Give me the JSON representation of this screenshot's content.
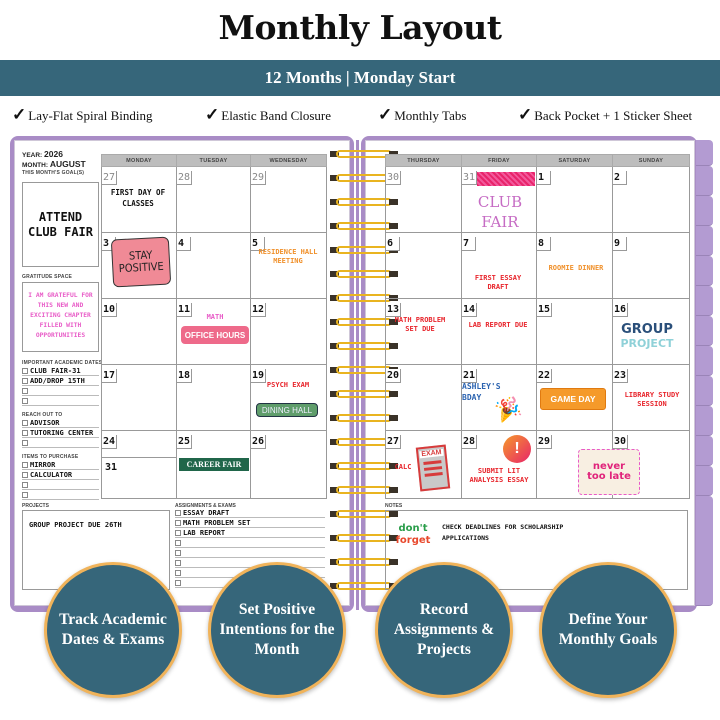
{
  "header": {
    "title": "Monthly Layout",
    "banner": "12 Months | Monday Start",
    "features": [
      {
        "icon": "checkmark-icon",
        "label": "Lay-Flat Spiral Binding"
      },
      {
        "icon": "checkmark-icon",
        "label": "Elastic Band Closure"
      },
      {
        "icon": "checkmark-icon",
        "label": "Monthly Tabs"
      },
      {
        "icon": "checkmark-icon",
        "label": "Back Pocket + 1 Sticker Sheet"
      }
    ],
    "check_glyph": "✓"
  },
  "colors": {
    "banner": "#36667a",
    "cover": "#a98cc6",
    "circle": "#36667a",
    "circle_border": "#f0b35a",
    "spiral": "#e9b420"
  },
  "sidebar": {
    "year_label": "YEAR:",
    "year": "2026",
    "month_label": "MONTH:",
    "month": "AUGUST",
    "goals_label": "THIS MONTH'S GOAL(S)",
    "goal": "ATTEND CLUB FAIR",
    "gratitude_label": "GRATITUDE SPACE",
    "gratitude": "I AM GRATEFUL FOR THIS NEW AND EXCITING CHAPTER FILLED WITH OPPORTUNITIES",
    "academic_label": "IMPORTANT ACADEMIC DATES",
    "academic": [
      "CLUB FAIR-31",
      "ADD/DROP 15TH",
      "",
      ""
    ],
    "reach_label": "REACH OUT TO",
    "reach": [
      "ADVISOR",
      "TUTORING CENTER",
      ""
    ],
    "purchase_label": "ITEMS TO PURCHASE",
    "purchase": [
      "MIRROR",
      "CALCULATOR",
      "",
      ""
    ]
  },
  "left_calendar": {
    "days": [
      "MONDAY",
      "TUESDAY",
      "WEDNESDAY"
    ],
    "weeks": [
      [
        "27",
        "28",
        "29"
      ],
      [
        "3",
        "4",
        "5"
      ],
      [
        "10",
        "11",
        "12"
      ],
      [
        "17",
        "18",
        "19"
      ],
      [
        "24",
        "25",
        "26"
      ]
    ],
    "extra_day": "31"
  },
  "right_calendar": {
    "days": [
      "THURSDAY",
      "FRIDAY",
      "SATURDAY",
      "SUNDAY"
    ],
    "weeks": [
      [
        "30",
        "31",
        "1",
        "2"
      ],
      [
        "6",
        "7",
        "8",
        "9"
      ],
      [
        "13",
        "14",
        "15",
        "16"
      ],
      [
        "20",
        "21",
        "22",
        "23"
      ],
      [
        "27",
        "28",
        "29",
        "30"
      ]
    ]
  },
  "events": {
    "first_day": "FIRST DAY OF CLASSES",
    "stay_positive_1": "STAY",
    "stay_positive_2": "POSITIVE",
    "residence_hall": "RESIDENCE HALL MEETING",
    "math": "MATH",
    "office_hours": "OFFICE HOURS",
    "psych_exam": "PSYCH EXAM",
    "dining_hall": "DINING HALL",
    "career_fair": "CAREER FAIR",
    "club_fair_1": "CLUB",
    "club_fair_2": "FAIR",
    "first_essay": "FIRST ESSAY DRAFT",
    "roomie_dinner": "ROOMIE DINNER",
    "math_problem": "MATH PROBLEM SET DUE",
    "lab_report": "LAB REPORT DUE",
    "group_1": "GROUP",
    "group_2": "PROJECT",
    "ashley": "ASHLEY'S BDAY",
    "game_day": "GAME DAY",
    "library": "LIBRARY STUDY SESSION",
    "calc": "CALC",
    "exam_sticker": "EXAM",
    "submit_lit": "SUBMIT LIT ANALYSIS ESSAY",
    "exclaim": "!",
    "never_too_late": "never too late"
  },
  "projects": {
    "label": "PROJECTS",
    "text": "GROUP PROJECT DUE 26TH"
  },
  "assignments": {
    "label": "ASSIGNMENTS & EXAMS",
    "items": [
      "ESSAY DRAFT",
      "MATH PROBLEM SET",
      "LAB REPORT",
      "",
      "",
      "",
      "",
      ""
    ]
  },
  "notes": {
    "label": "NOTES",
    "sticker_1": "don't",
    "sticker_2": "forget",
    "text": "CHECK DEADLINES FOR SCHOLARSHIP APPLICATIONS"
  },
  "callouts": [
    "Track Academic Dates & Exams",
    "Set Positive Intentions for the Month",
    "Record Assignments & Projects",
    "Define Your Monthly Goals"
  ]
}
